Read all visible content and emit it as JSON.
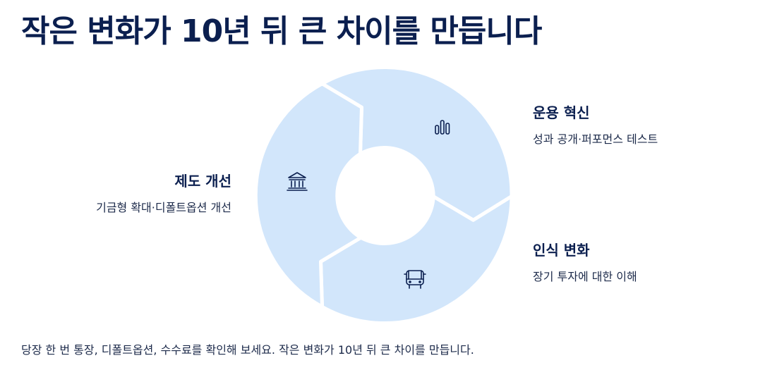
{
  "header": {
    "title": "작은 변화가 10년 뒤 큰 차이를 만듭니다"
  },
  "diagram": {
    "segment_color": "#d2e6fb",
    "text_color": "#0b1f4f",
    "stages": [
      {
        "id": "ops",
        "title": "운용 혁신",
        "description": "성과 공개·퍼포먼스 테스트",
        "icon": "bar-chart-icon"
      },
      {
        "id": "perception",
        "title": "인식 변화",
        "description": "장기 투자에 대한 이해",
        "icon": "bus-icon"
      },
      {
        "id": "policy",
        "title": "제도 개선",
        "description": "기금형 확대·디폴트옵션 개선",
        "icon": "bank-building-icon"
      }
    ]
  },
  "footer": {
    "note": "당장 한 번 통장, 디폴트옵션, 수수료를 확인해 보세요. 작은 변화가 10년 뒤 큰 차이를 만듭니다."
  }
}
